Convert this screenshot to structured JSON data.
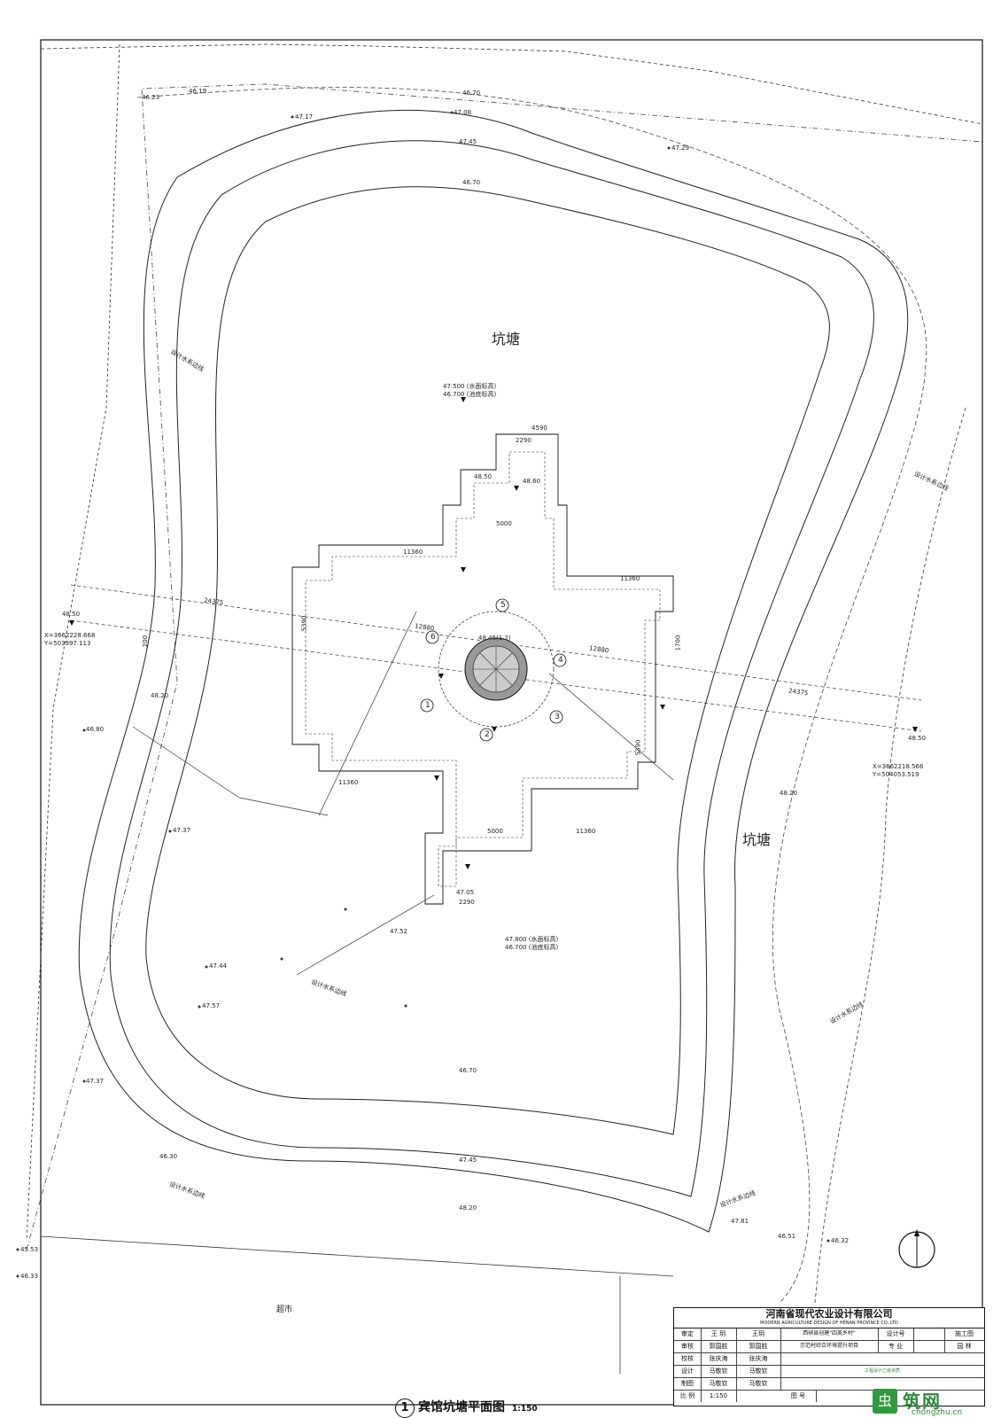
{
  "drawing": {
    "title_num": "1",
    "title": "宾馆坑塘平面图",
    "scale": "1:150"
  },
  "labels": {
    "pond_top": "坑塘",
    "pond_right": "坑塘",
    "supermarket": "超市",
    "pavilion_center": "48.45(1.2)",
    "coord_left_x": "X=3662228.668",
    "coord_left_y": "Y=503997.113",
    "coord_right_x": "X=3662218.566",
    "coord_right_y": "Y=504053.519",
    "water_level_top_1": "47.500 (水面标高)",
    "water_level_top_2": "46.700 (池底标高)",
    "water_level_bottom_1": "47.800 (水面标高)",
    "water_level_bottom_2": "46.700 (池底标高)",
    "design_water_line": "设计水系边线",
    "dim_24375": "24375",
    "dim_4590": "4590",
    "dim_2290": "2290",
    "dim_5000": "5000",
    "dim_12880": "12880",
    "dim_11360": "11360",
    "dim_5390": "5390",
    "dim_1700": "1700",
    "dim_200": "200",
    "elev_48_50": "48.50",
    "elev_48_60": "48.60",
    "elev_48_20": "48.20",
    "elev_47_45": "47.45",
    "elev_46_70": "46.70",
    "elev_47_37": "47.37",
    "elev_47_44": "47.44",
    "elev_47_57": "47.57",
    "elev_47_08": "47.08",
    "elev_47_17": "47.17",
    "elev_47_29": "47.29",
    "elev_46_80": "46.80",
    "elev_47_52": "47.52",
    "elev_47_81": "47.81",
    "elev_46_51": "46.51",
    "elev_46_32": "46.32",
    "elev_45_53": "45.53",
    "elev_46_33": "46.33",
    "elev_46_19": "46.19",
    "elev_46_23": "46.23",
    "elev_46_30": "46.30",
    "elev_47_05": "47.05",
    "circle_1": "1",
    "circle_2": "2",
    "circle_3": "3",
    "circle_4": "4",
    "circle_5": "5",
    "circle_6": "6"
  },
  "title_block": {
    "company": "河南省现代农业设计有限公司",
    "company_en": "MODERN AGRICULTURE DESIGN OF HENAN PROVINCE CO.,LTD",
    "project": "西峡县创建\"四美乡村\"",
    "subproject": "示范村综合环境提升项目",
    "r1": [
      "审定",
      "王 玥",
      "王玥",
      "设计号",
      "",
      "施工图"
    ],
    "r2": [
      "审核",
      "郭国胜",
      "郭国胜",
      "专 业",
      "",
      "园 林"
    ],
    "r3": [
      "校核",
      "张庆海",
      "张庆海"
    ],
    "r4": [
      "设计",
      "马敬钦",
      "马敬钦"
    ],
    "r5": [
      "制图",
      "马敬钦",
      "马敬钦"
    ],
    "r6": [
      "比 例",
      "1:150",
      "图 号"
    ],
    "cert": "工程设计乙级资质"
  },
  "watermark": {
    "cn": "筑网",
    "en": "chongzhu.cn",
    "icon": "虫"
  }
}
